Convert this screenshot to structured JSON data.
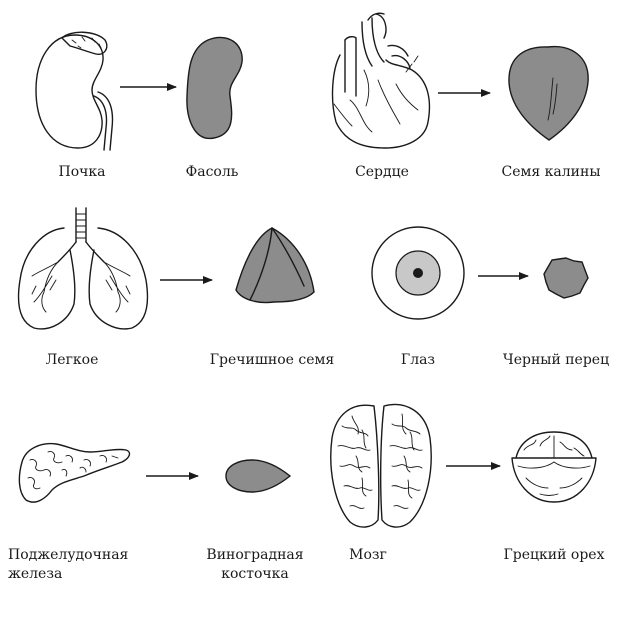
{
  "pairs": [
    {
      "organ": "Почка",
      "food": "Фасоль"
    },
    {
      "organ": "Сердце",
      "food": "Семя калины"
    },
    {
      "organ": "Легкое",
      "food": "Гречишное семя"
    },
    {
      "organ": "Глаз",
      "food": "Черный перец"
    },
    {
      "organ": "Поджелудочная",
      "organ_line2": "железа",
      "food": "Виноградная",
      "food_line2": "косточка"
    },
    {
      "organ": "Мозг",
      "food": "Грецкий орех"
    }
  ],
  "colors": {
    "line": "#1a1a1a",
    "seed_fill": "#8c8c8c",
    "iris_fill": "#c8c8c8",
    "background": "#ffffff"
  }
}
